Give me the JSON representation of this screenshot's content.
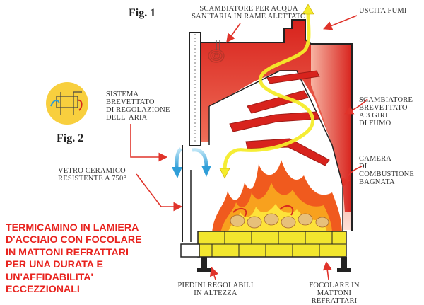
{
  "figures": {
    "fig1": "Fig. 1",
    "fig2": "Fig. 2"
  },
  "labels": {
    "water_exchanger": "SCAMBIATORE PER ACQUA\nSANITARIA IN RAME  ALETTATO",
    "smoke_exit": "USCITA FUMI",
    "air_system": "SISTEMA\nBREVETTATO\nDI REGOLAZIONE\nDELL' ARIA",
    "patented_exchanger": "SCAMBIATORE\nBREVETTATO\nA 3 GIRI\nDI FUMO",
    "glass": "VETRO CERAMICO\nRESISTENTE A 750°",
    "chamber": "CAMERA\nDI\nCOMBUSTIONE\nBAGNATA",
    "feet": "PIEDINI REGOLABILI\nIN ALTEZZA",
    "hearth": "FOCOLARE IN\nMATTONI REFRATTARI"
  },
  "claim": "TERMICAMINO IN LAMIERA\nD'ACCIAIO CON FOCOLARE\nIN MATTONI REFRATTARI\nPER UNA DURATA E\nUN'AFFIDABILITA'\nECCEZZIONALI",
  "colors": {
    "claim": "#e8231e",
    "arrows": "#e0332a",
    "flow": "#f4ec2a",
    "brick": "#f2e62e",
    "label": "#333333"
  }
}
